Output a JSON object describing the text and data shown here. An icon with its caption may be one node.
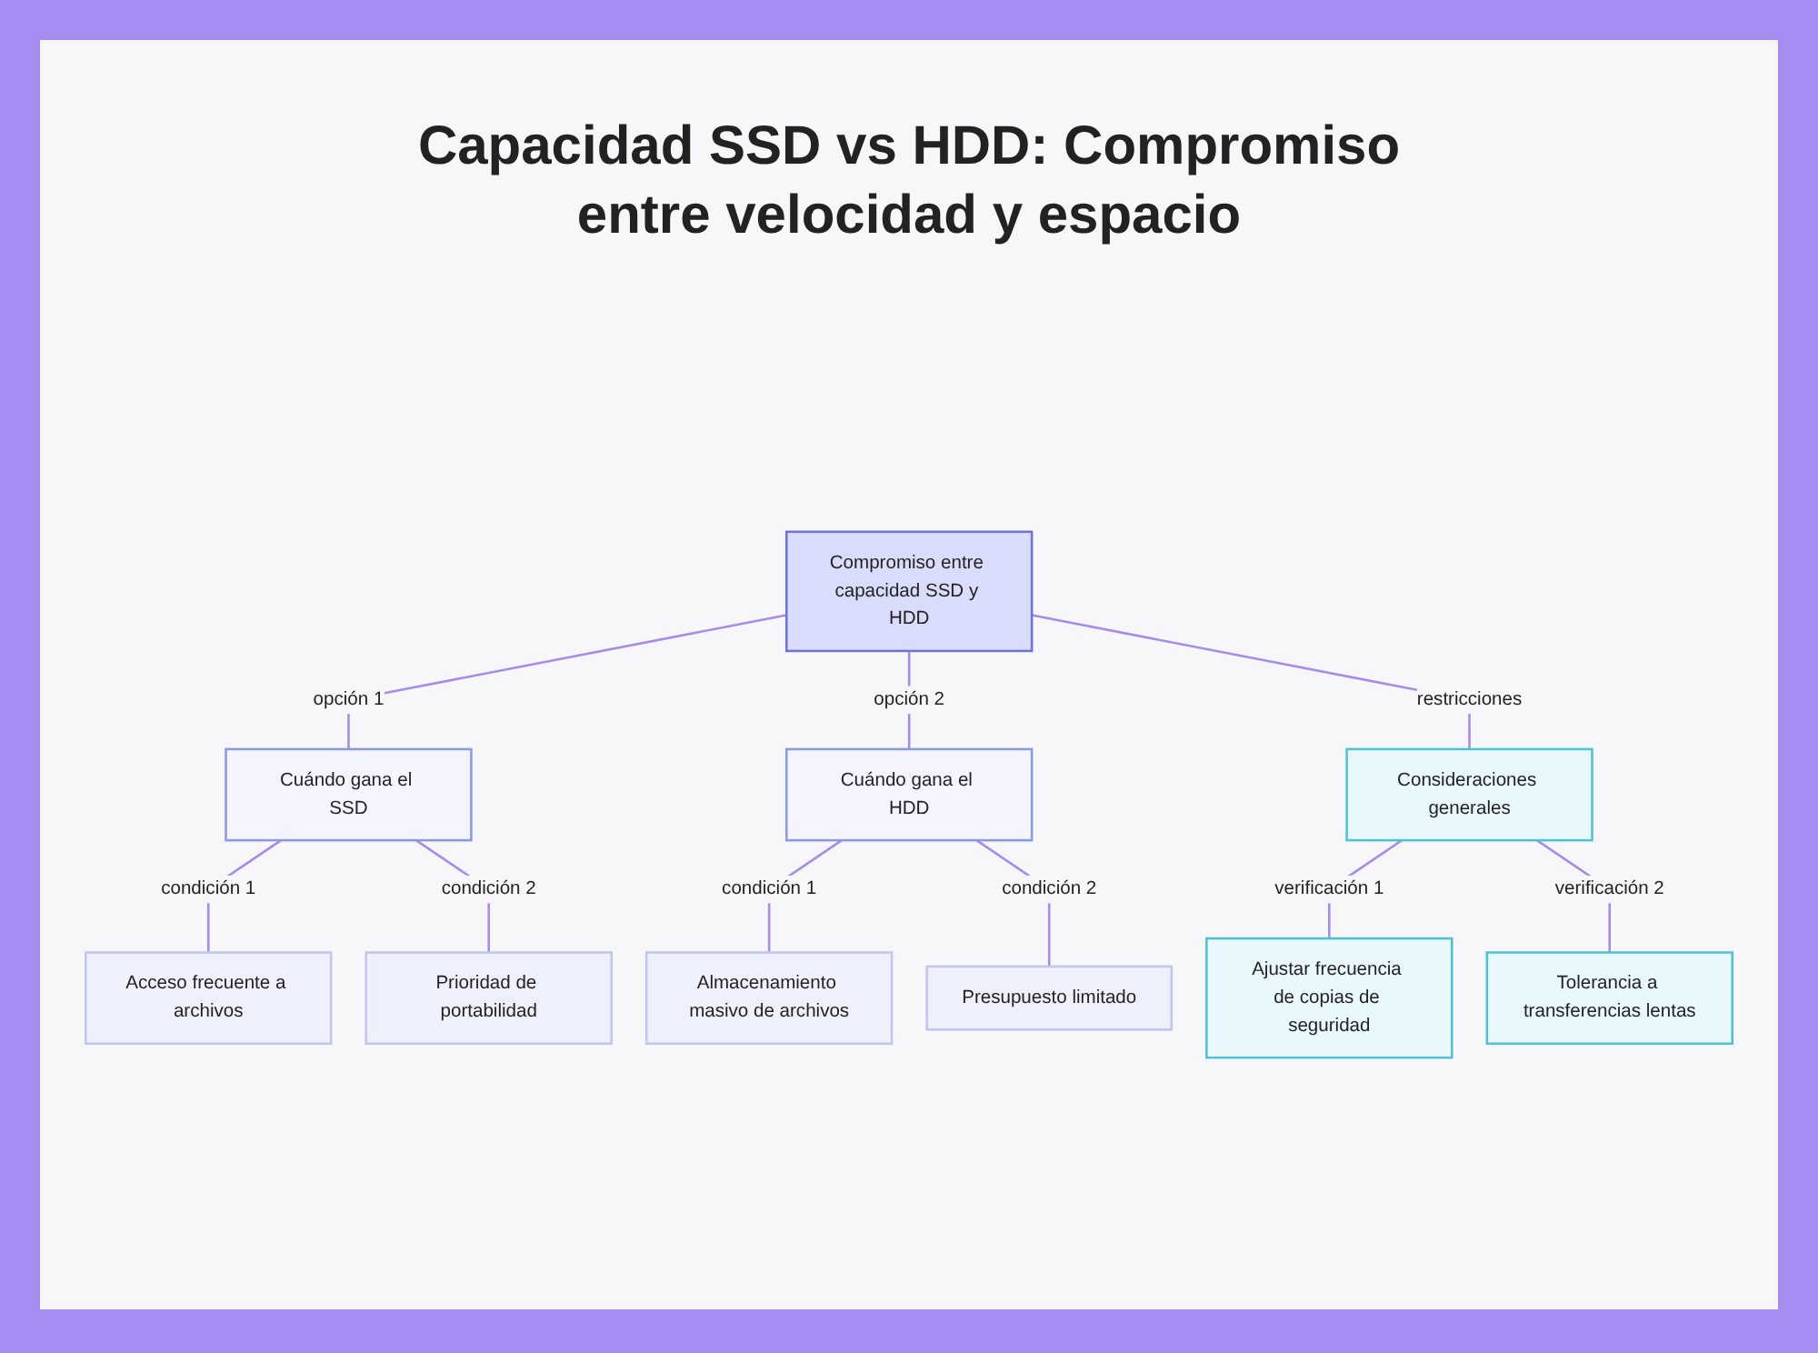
{
  "diagram": {
    "title": "Capacidad SSD vs HDD: Compromiso entre velocidad y espacio",
    "nodes": [
      {
        "text": [
          "Compromiso entre capacidad SSD y HDD"
        ]
      },
      {
        "text": [
          "Cuándo gana el SSD"
        ]
      },
      {
        "text": [
          "Cuándo gana el HDD"
        ]
      },
      {
        "text": [
          "Consideraciones generales"
        ]
      },
      {
        "text": [
          "Acceso frecuente a archivos"
        ]
      },
      {
        "text": [
          "Prioridad de portabilidad"
        ]
      },
      {
        "text": [
          "Almacenamiento masivo de archivos"
        ]
      },
      {
        "text": [
          "Presupuesto limitado"
        ]
      },
      {
        "text": [
          "Ajustar frecuencia de copias de seguridad"
        ]
      },
      {
        "text": [
          "Tolerancia a transferencias lentas"
        ]
      }
    ],
    "edges": [
      {
        "from": 0,
        "to": 1,
        "arrow": "none",
        "label": "opción 1"
      },
      {
        "from": 0,
        "to": 2,
        "arrow": "none",
        "label": "opción 2"
      },
      {
        "from": 0,
        "to": 3,
        "arrow": "none",
        "label": "restricciones"
      },
      {
        "from": 1,
        "to": 4,
        "arrow": "none",
        "label": "condición 1"
      },
      {
        "from": 1,
        "to": 5,
        "arrow": "none",
        "label": "condición 2"
      },
      {
        "from": 2,
        "to": 6,
        "arrow": "none",
        "label": "condición 1"
      },
      {
        "from": 2,
        "to": 7,
        "arrow": "none",
        "label": "condición 2"
      },
      {
        "from": 3,
        "to": 8,
        "arrow": "none",
        "label": "verificación 1"
      },
      {
        "from": 3,
        "to": 9,
        "arrow": "none",
        "label": "verificación 2"
      }
    ]
  }
}
